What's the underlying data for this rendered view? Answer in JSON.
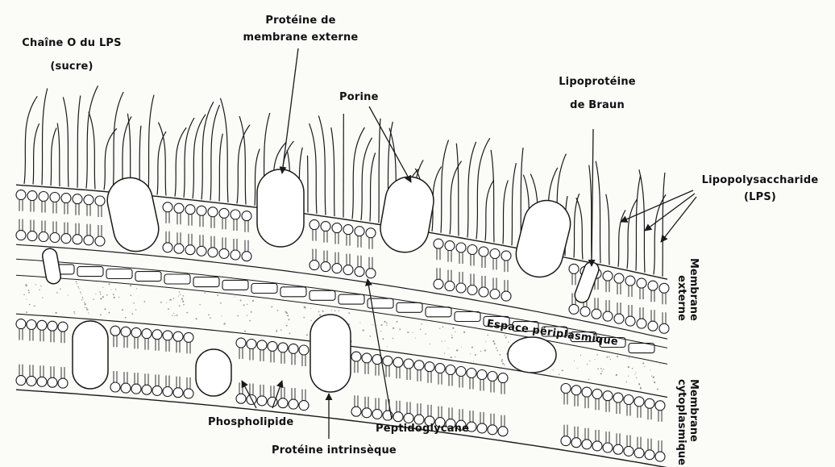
{
  "labels": {
    "chaine_o_line1": "Chaîne O du LPS",
    "chaine_o_line2": "(sucre)",
    "proteine_membrane_line1": "Protéine de",
    "proteine_membrane_line2": "membrane externe",
    "porine": "Porine",
    "lipoproteine_line1": "Lipoprotéine",
    "lipoproteine_line2": "de Braun",
    "lipopolysaccharide_line1": "Lipopolysaccharide",
    "lipopolysaccharide_line2": "(LPS)",
    "membrane_externe_line1": "Membrane",
    "membrane_externe_line2": "externe",
    "espace_periplasmique": "Espace périplasmique",
    "membrane_cytoplasmique_line1": "Membrane",
    "membrane_cytoplasmique_line2": "cytoplasmique",
    "phospholipide": "Phospholipide",
    "proteine_intrinseque": "Protéine intrinsèque",
    "peptidoglycane": "Peptidoglycane"
  },
  "colors": {
    "ink": "#1a1a1a",
    "background": "#fbfbf8",
    "fill": "#ffffff",
    "speckle": "#9a9a9a"
  }
}
